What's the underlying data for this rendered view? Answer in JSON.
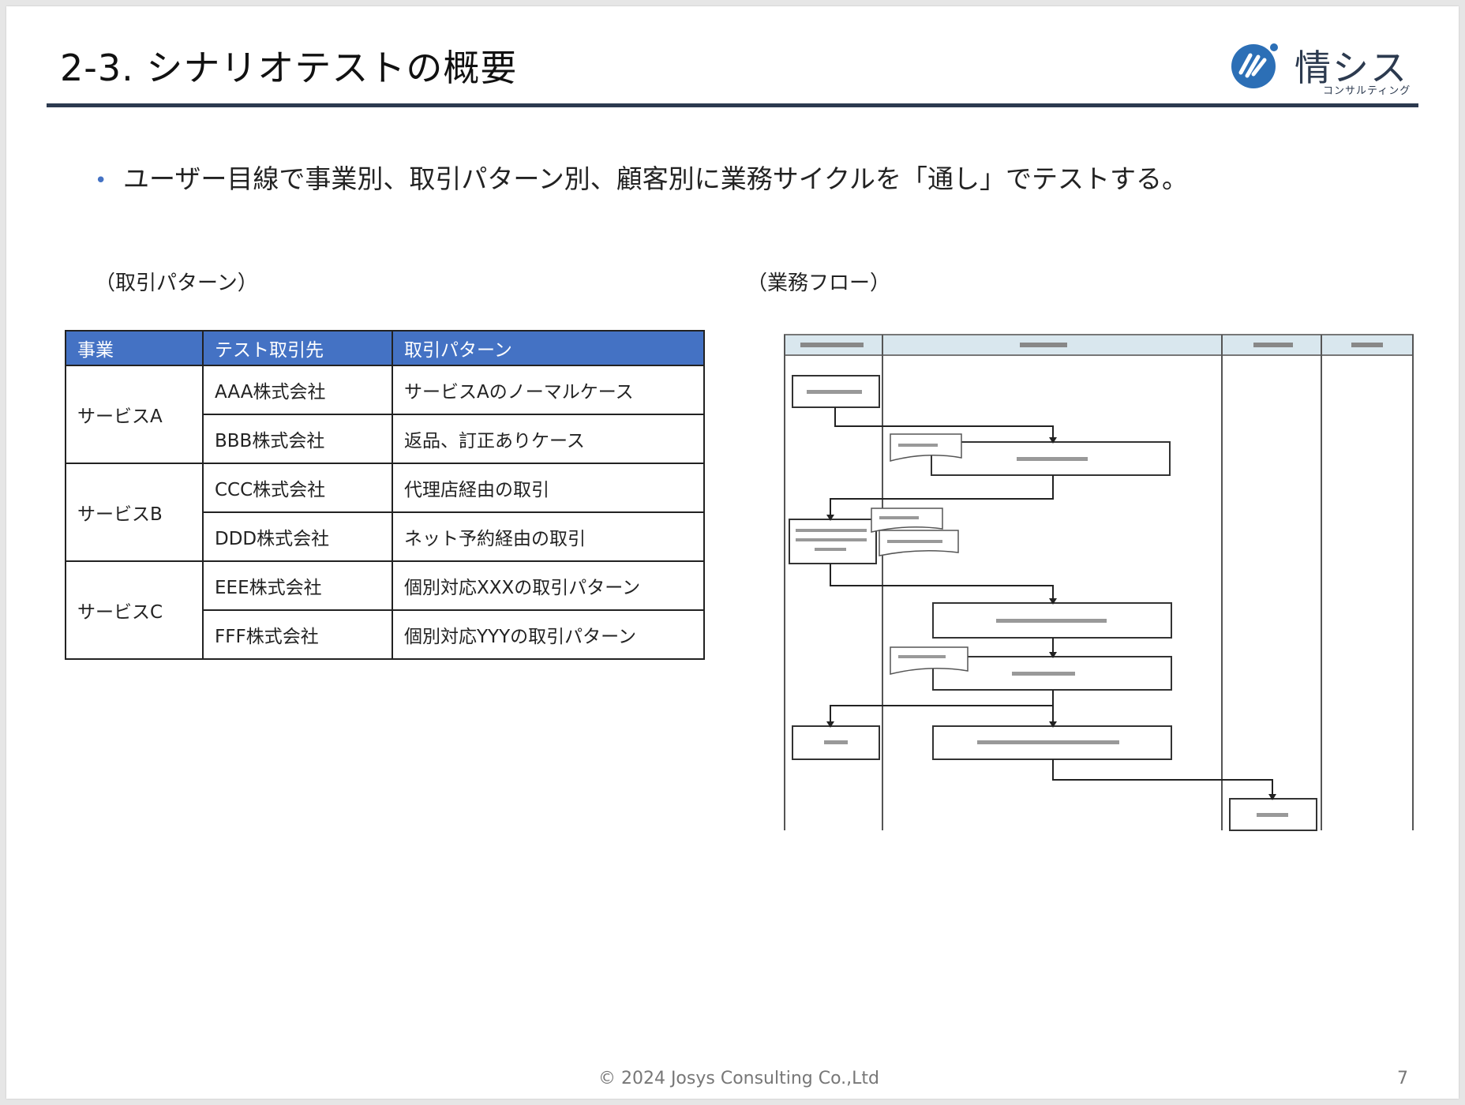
{
  "slide": {
    "title": "2-3. シナリオテストの概要",
    "logo": {
      "name": "情シス",
      "sub": "コンサルティング"
    },
    "bullet": "ユーザー目線で事業別、取引パターン別、顧客別に業務サイクルを「通し」でテストする。",
    "left_label": "（取引パターン）",
    "right_label": "（業務フロー）",
    "footer": "© 2024 Josys Consulting Co.,Ltd",
    "page_number": "7"
  },
  "table": {
    "headers": [
      "事業",
      "テスト取引先",
      "取引パターン"
    ],
    "groups": [
      {
        "business": "サービスA",
        "rows": [
          {
            "client": "AAA株式会社",
            "pattern": "サービスAのノーマルケース"
          },
          {
            "client": "BBB株式会社",
            "pattern": "返品、訂正ありケース"
          }
        ]
      },
      {
        "business": "サービスB",
        "rows": [
          {
            "client": "CCC株式会社",
            "pattern": "代理店経由の取引"
          },
          {
            "client": "DDD株式会社",
            "pattern": "ネット予約経由の取引"
          }
        ]
      },
      {
        "business": "サービスC",
        "rows": [
          {
            "client": "EEE株式会社",
            "pattern": "個別対応XXXの取引パターン"
          },
          {
            "client": "FFF株式会社",
            "pattern": "個別対応YYYの取引パターン"
          }
        ]
      }
    ]
  },
  "colors": {
    "header_bg": "#4472c4",
    "rule": "#2c3a4f",
    "bullet_dot": "#4472c4"
  }
}
